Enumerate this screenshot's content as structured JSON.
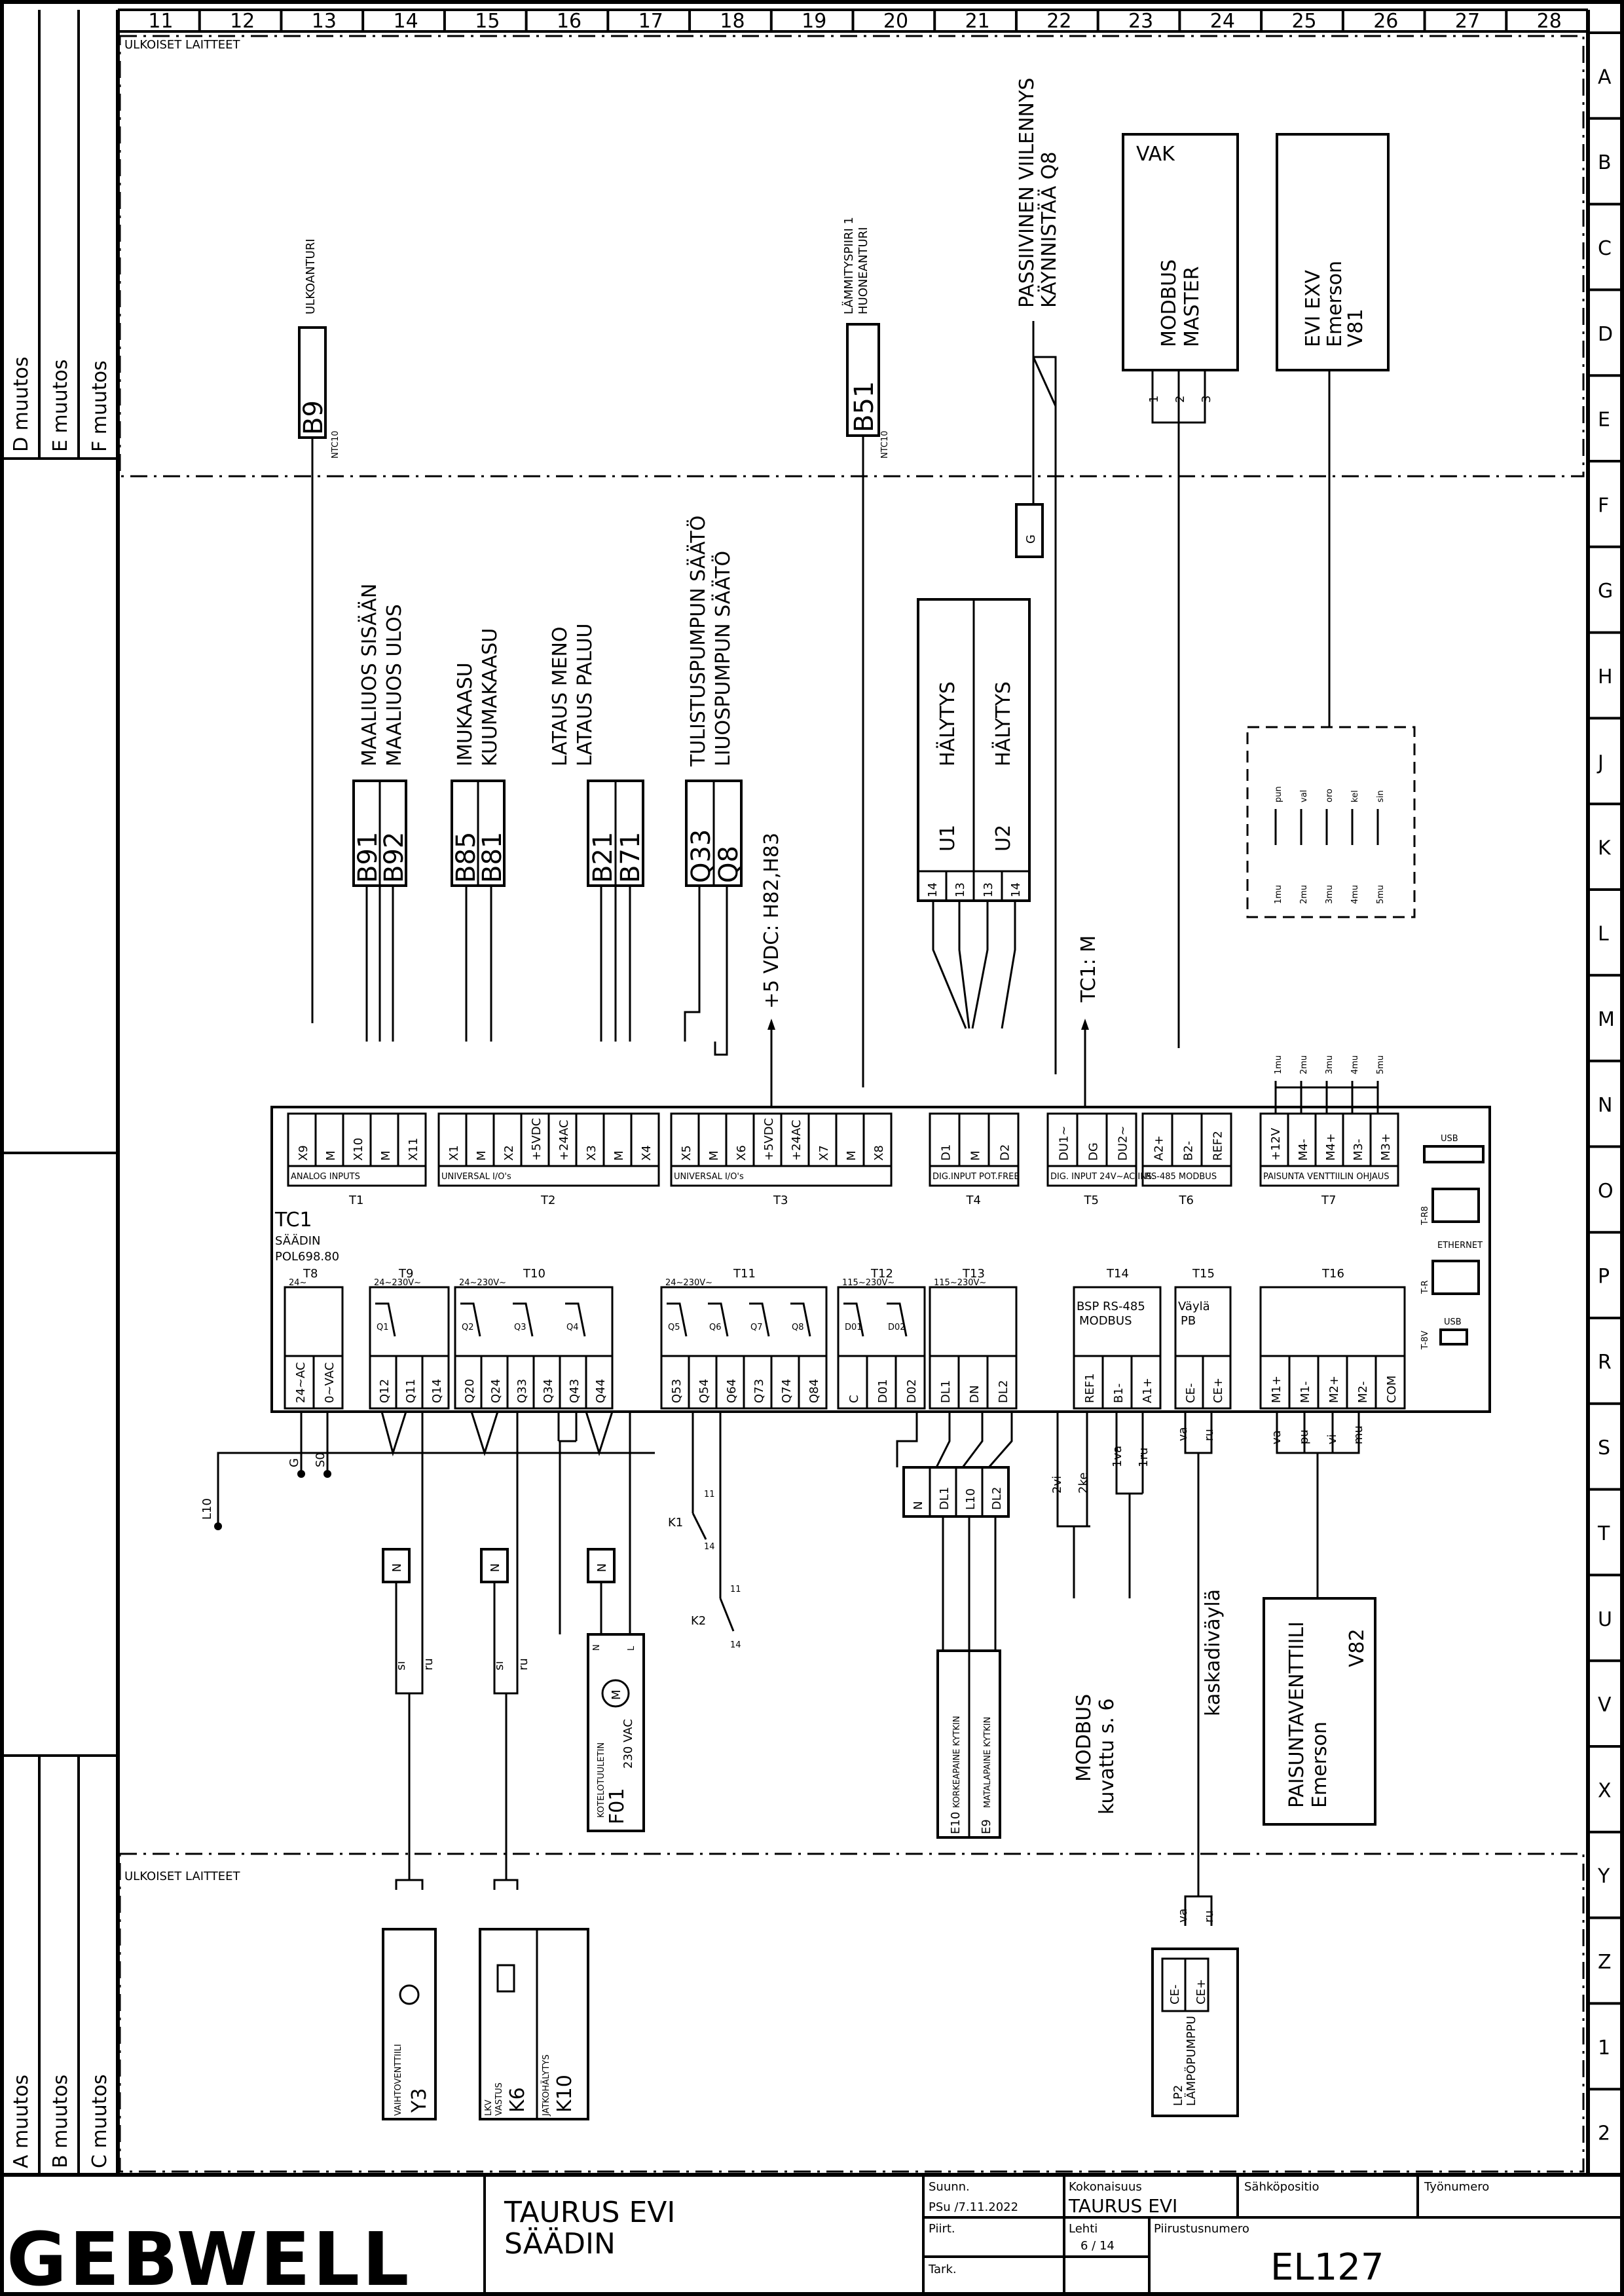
{
  "grid": {
    "columns": [
      "11",
      "12",
      "13",
      "14",
      "15",
      "16",
      "17",
      "18",
      "19",
      "20",
      "21",
      "22",
      "23",
      "24",
      "25",
      "26",
      "27",
      "28"
    ],
    "rows": [
      "A",
      "B",
      "C",
      "D",
      "E",
      "F",
      "G",
      "H",
      "J",
      "K",
      "L",
      "M",
      "N",
      "O",
      "P",
      "R",
      "S",
      "T",
      "U",
      "V",
      "X",
      "Y",
      "Z",
      "1",
      "2"
    ]
  },
  "revisions": {
    "top": [
      "D muutos",
      "E muutos",
      "F muutos"
    ],
    "bottom": [
      "A muutos",
      "B muutos",
      "C muutos"
    ]
  },
  "zones": {
    "external_top": "ULKOISET LAITTEET",
    "external_bottom": "ULKOISET LAITTEET"
  },
  "sensors": {
    "b9": {
      "title": "ULKOANTURI",
      "tag": "B9",
      "type": "NTC10"
    },
    "b51": {
      "title1": "LÄMMITYSPIIRI 1",
      "title2": "HUONEANTURI",
      "tag": "B51",
      "type": "NTC10"
    },
    "passive": {
      "line1": "PASSIIVINEN VIILENNYS",
      "line2": "KÄYNNISTÄÄ Q8",
      "g": "G"
    }
  },
  "vak": {
    "title": "VAK",
    "line1": "MODBUS",
    "line2": "MASTER",
    "pins": [
      "1",
      "2",
      "3"
    ]
  },
  "evi": {
    "line1": "EVI EXV",
    "line2": "Emerson",
    "line3": "V81"
  },
  "groups": {
    "maaliuos": {
      "l1": "MAALIUOS SISÄÄN",
      "l2": "MAALIUOS ULOS",
      "t1": "B91",
      "t2": "B92"
    },
    "kaasu": {
      "l1": "IMUKAASU",
      "l2": "KUUMAKAASU",
      "t1": "B85",
      "t2": "B81"
    },
    "lataus": {
      "l1": "LATAUS MENO",
      "l2": "LATAUS PALUU",
      "t1": "B21",
      "t2": "B71"
    },
    "pumppu": {
      "l1": "TULISTUSPUMPUN SÄÄTÖ",
      "l2": "LIUOSPUMPUN SÄÄTÖ",
      "t1": "Q33",
      "t2": "Q8",
      "note": "+5 VDC: H82,H83"
    }
  },
  "alarms": {
    "u1": "U1",
    "u2": "U2",
    "label": "HÄLYTYS",
    "pins": [
      "14",
      "13",
      "13",
      "14"
    ]
  },
  "tc1m": "TC1: M",
  "valve_colors": {
    "wires": [
      "pun",
      "val",
      "oro",
      "kel",
      "sin"
    ],
    "mu": [
      "1mu",
      "2mu",
      "3mu",
      "4mu",
      "5mu"
    ]
  },
  "controller": {
    "name": "TC1",
    "desc": "SÄÄDIN",
    "model": "POL698.80",
    "top": {
      "t1": {
        "pins": [
          "X9",
          "M",
          "X10",
          "M",
          "X11"
        ],
        "caption": "ANALOG INPUTS",
        "name": "T1"
      },
      "t2": {
        "pins": [
          "X1",
          "M",
          "X2",
          "+5VDC",
          "+24AC",
          "X3",
          "M",
          "X4"
        ],
        "caption": "UNIVERSAL I/O's",
        "name": "T2"
      },
      "t3": {
        "pins": [
          "X5",
          "M",
          "X6",
          "+5VDC",
          "+24AC",
          "X7",
          "M",
          "X8"
        ],
        "caption": "UNIVERSAL I/O's",
        "name": "T3"
      },
      "t4": {
        "pins": [
          "D1",
          "M",
          "D2"
        ],
        "caption": "DIG.INPUT POT.FREE",
        "name": "T4"
      },
      "t5": {
        "pins": [
          "DU1~",
          "DG",
          "DU2~"
        ],
        "caption": "DIG. INPUT 24V~AC INS.",
        "name": "T5"
      },
      "t6": {
        "pins": [
          "A2+",
          "B2-",
          "REF2"
        ],
        "caption": "RS-485 MODBUS",
        "name": "T6"
      },
      "t7": {
        "pins": [
          "+12V",
          "M4-",
          "M4+",
          "M3-",
          "M3+"
        ],
        "caption": "PAISUNTA VENTTIILIN OHJAUS",
        "name": "T7"
      }
    },
    "right": {
      "usb": "USB",
      "eth": "ETHERNET",
      "t_r8": "T-R8",
      "t_r": "T-R",
      "t_8v": "T-8V",
      "usb2": "USB"
    },
    "bottom": {
      "t8": {
        "name": "T8",
        "sub": "24~",
        "pins": [
          "24~AC",
          "0~VAC"
        ]
      },
      "t9": {
        "name": "T9",
        "sub": "24~230V~",
        "pins": [
          "Q12",
          "Q11",
          "Q14"
        ],
        "relays": [
          "Q1"
        ]
      },
      "t10": {
        "name": "T10",
        "sub": "24~230V~",
        "pins": [
          "Q20",
          "Q24",
          "Q33",
          "Q34",
          "Q43",
          "Q44"
        ],
        "relays": [
          "Q2",
          "Q3",
          "Q4"
        ]
      },
      "t11": {
        "name": "T11",
        "sub": "24~230V~",
        "pins": [
          "Q53",
          "Q54",
          "Q64",
          "Q73",
          "Q74",
          "Q84"
        ],
        "relays": [
          "Q5",
          "Q6",
          "Q7",
          "Q8"
        ]
      },
      "t12": {
        "name": "T12",
        "sub": "115~230V~",
        "pins": [
          "C",
          "D01",
          "D02"
        ],
        "relays": [
          "D01",
          "D02"
        ]
      },
      "t13": {
        "name": "T13",
        "sub": "115~230V~",
        "pins": [
          "DL1",
          "DN",
          "DL2"
        ]
      },
      "t14": {
        "name": "T14",
        "sub1": "BSP RS-485",
        "sub2": "MODBUS",
        "pins": [
          "REF1",
          "B1-",
          "A1+"
        ]
      },
      "t15": {
        "name": "T15",
        "sub1": "Väylä",
        "sub2": "PB",
        "pins": [
          "CE-",
          "CE+"
        ]
      },
      "t16": {
        "name": "T16",
        "pins": [
          "M1+",
          "M1-",
          "M2+",
          "M2-",
          "COM"
        ]
      }
    }
  },
  "wiring": {
    "g": "G",
    "s0": "S0",
    "l10": "L10",
    "k1": "K1",
    "k2": "K2",
    "k11": "11",
    "k14": "14",
    "n": "N",
    "si": "si",
    "ru": "ru",
    "l": "L",
    "dl": [
      "N",
      "DL1",
      "L10",
      "DL2"
    ],
    "modbus_wires": [
      "2vi",
      "2ke",
      "1va",
      "1ru"
    ],
    "pb_wires": [
      "va",
      "ru"
    ],
    "t16_wires": [
      "va",
      "pu",
      "vi",
      "mu"
    ]
  },
  "devices": {
    "f01": {
      "l1": "KOTELOTUULETIN",
      "l2": "230 VAC",
      "tag": "F01",
      "m": "M",
      "n": "N",
      "l": "L"
    },
    "e10": {
      "label": "KORKEAPAINE KYTKIN",
      "tag": "E10"
    },
    "e9": {
      "label": "MATALAPAINE KYTKIN",
      "tag": "E9"
    },
    "modbus_ref": {
      "l1": "MODBUS",
      "l2": "kuvattu s. 6"
    },
    "kaskadi": "kaskadiväylä",
    "v82": {
      "l1": "PAISUNTAVENTTIILI",
      "l2": "Emerson",
      "tag": "V82"
    },
    "y3": {
      "label": "VAIHTOVENTTIILI",
      "tag": "Y3"
    },
    "k6": {
      "l1": "LKV",
      "l2": "VASTUS",
      "tag": "K6"
    },
    "k10": {
      "label": "JATKOHÄLYTYS",
      "tag": "K10"
    },
    "lp2": {
      "l1": "LP2",
      "l2": "LÄMPÖPUMPPU",
      "pins": [
        "CE-",
        "CE+"
      ]
    }
  },
  "titleblock": {
    "company": "GEBWELL",
    "title1": "TAURUS EVI",
    "title2": "SÄÄDIN",
    "suunn_label": "Suunn.",
    "suunn_value": "PSu /7.11.2022",
    "kokonaisuus_label": "Kokonaisuus",
    "kokonaisuus_value": "TAURUS EVI",
    "sahkopositio_label": "Sähköpositio",
    "tyonumero_label": "Työnumero",
    "piirt_label": "Piirt.",
    "lehti_label": "Lehti",
    "lehti_value": "6 / 14",
    "piirustusnumero_label": "Piirustusnumero",
    "piirustusnumero_value": "EL127",
    "tark_label": "Tark."
  }
}
